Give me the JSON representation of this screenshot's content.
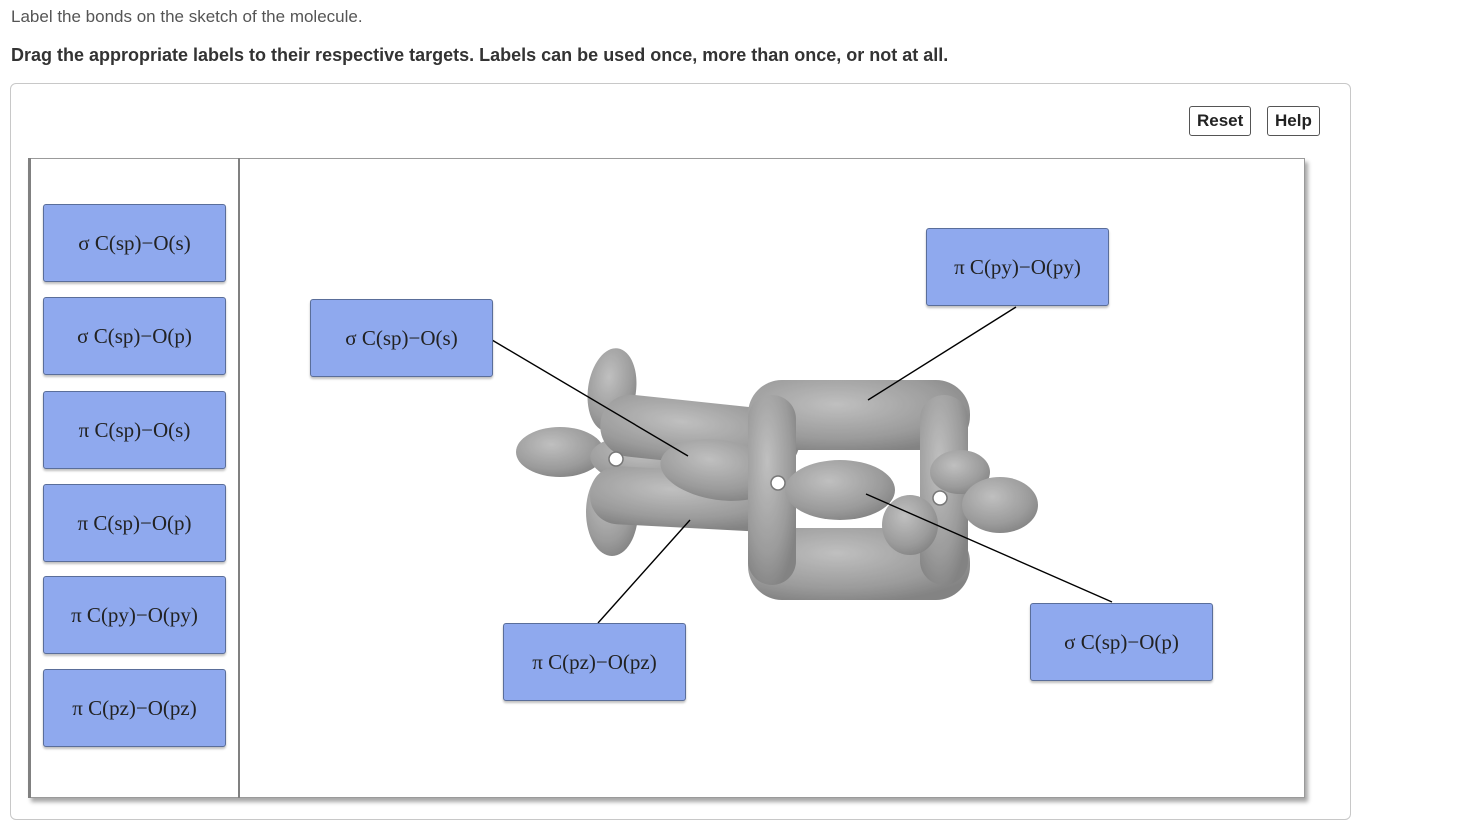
{
  "instructions": {
    "line1": "Label the bonds on the sketch of the molecule.",
    "line2": "Drag the appropriate labels to their respective targets. Labels can be used once, more than once, or not at all."
  },
  "toolbar": {
    "reset_label": "Reset",
    "help_label": "Help"
  },
  "label_bank": [
    "σ C(sp)−O(s)",
    "σ C(sp)−O(p)",
    "π C(sp)−O(s)",
    "π C(sp)−O(p)",
    "π C(py)−O(py)",
    "π C(pz)−O(pz)"
  ],
  "placed_labels": {
    "top_left": "σ C(sp)−O(s)",
    "top_right": "π C(py)−O(py)",
    "bottom_middle": "π C(pz)−O(pz)",
    "bottom_right": "σ C(sp)−O(p)"
  },
  "colors": {
    "label_fill": "#8fa9ee",
    "orbital": "#8a8a8a"
  }
}
